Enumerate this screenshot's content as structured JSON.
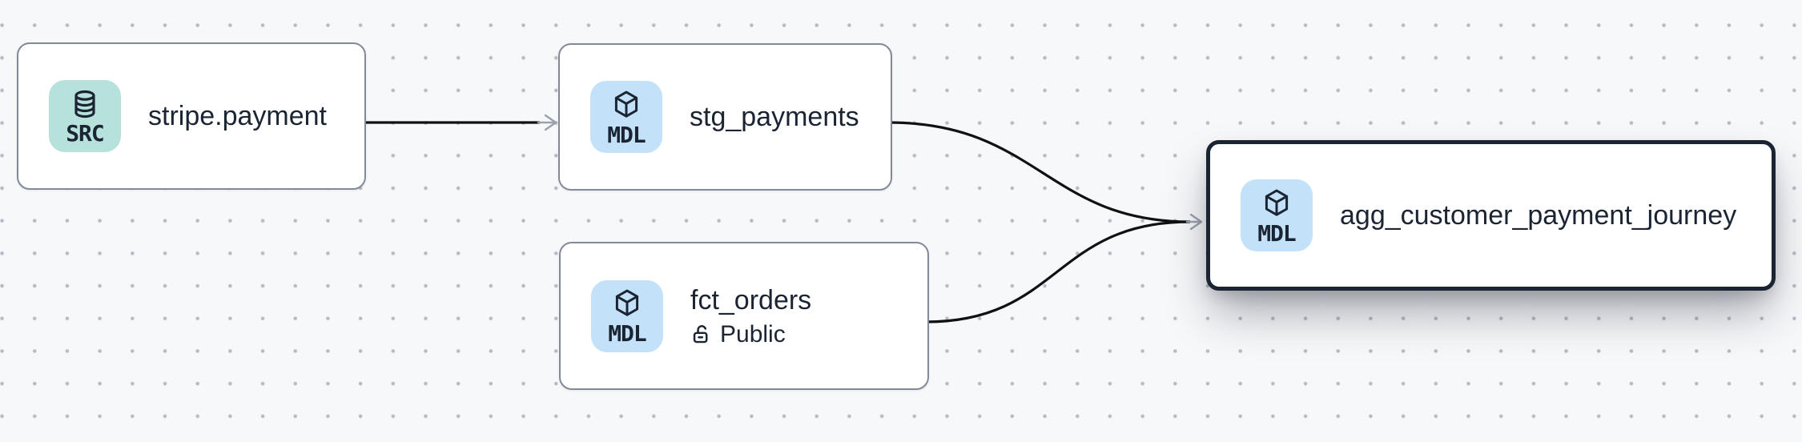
{
  "canvas": {
    "background_color": "#f7f8fa",
    "dot_color": "#b6b9c2"
  },
  "colors": {
    "edge": "#101114",
    "arrowhead": "#9aa1ac",
    "node_border": "#828a98",
    "selected_node_border": "#1b2433",
    "text": "#1b2433",
    "source_badge_bg": "#b7e2dc",
    "model_badge_bg": "#c3e1f8"
  },
  "nodes": [
    {
      "id": "stripe.payment",
      "type": "source",
      "title": "stripe.payment",
      "badge": {
        "label": "SRC",
        "icon": "database-icon",
        "bg": "#b7e2dc"
      },
      "selected": false
    },
    {
      "id": "stg_payments",
      "type": "model",
      "title": "stg_payments",
      "badge": {
        "label": "MDL",
        "icon": "cube-icon",
        "bg": "#c3e1f8"
      },
      "selected": false
    },
    {
      "id": "fct_orders",
      "type": "model",
      "title": "fct_orders",
      "badge": {
        "label": "MDL",
        "icon": "cube-icon",
        "bg": "#c3e1f8"
      },
      "access": {
        "icon": "unlock-icon",
        "label": "Public"
      },
      "selected": false
    },
    {
      "id": "agg_customer_payment_journey",
      "type": "model",
      "title": "agg_customer_payment_journey",
      "badge": {
        "label": "MDL",
        "icon": "cube-icon",
        "bg": "#c3e1f8"
      },
      "selected": true
    }
  ],
  "edges": [
    {
      "source": "stripe.payment",
      "target": "stg_payments"
    },
    {
      "source": "stg_payments",
      "target": "agg_customer_payment_journey"
    },
    {
      "source": "fct_orders",
      "target": "agg_customer_payment_journey"
    }
  ]
}
